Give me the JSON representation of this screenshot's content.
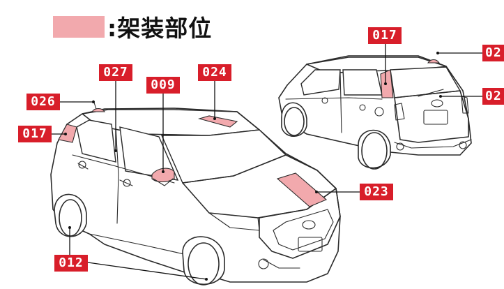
{
  "legend": {
    "swatch_color": "#f2a9ad",
    "text": ":架装部位"
  },
  "accent_color": "#d81e2a",
  "labels": {
    "front": [
      "026",
      "017",
      "027",
      "009",
      "024",
      "023",
      "012"
    ],
    "rear": [
      "017",
      "02",
      "02"
    ]
  }
}
